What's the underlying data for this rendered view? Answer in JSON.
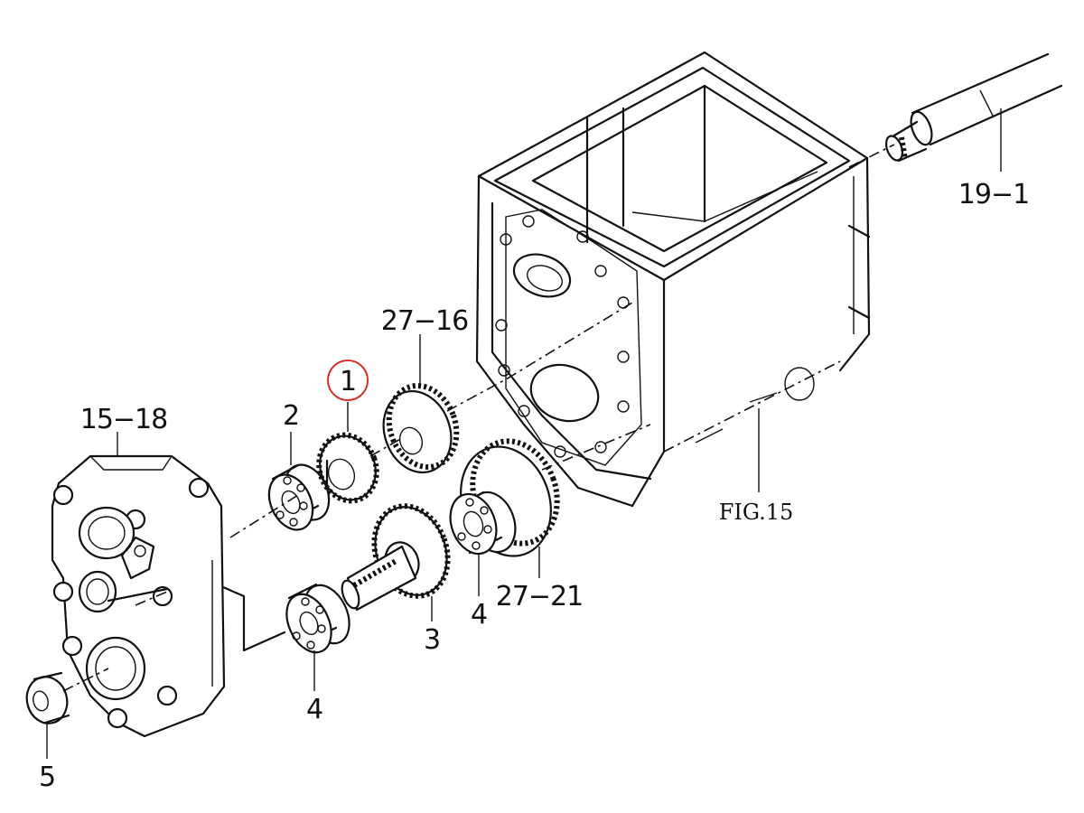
{
  "figure": {
    "label": "FIG.15"
  },
  "callouts": {
    "c1": "1",
    "c2": "2",
    "c3": "3",
    "c4a": "4",
    "c4b": "4",
    "c5": "5",
    "c15_18": "15−18",
    "c19_1": "19−1",
    "c27_16": "27−16",
    "c27_21": "27−21"
  },
  "colors": {
    "highlight": "#e0201b",
    "ink": "#111111"
  }
}
